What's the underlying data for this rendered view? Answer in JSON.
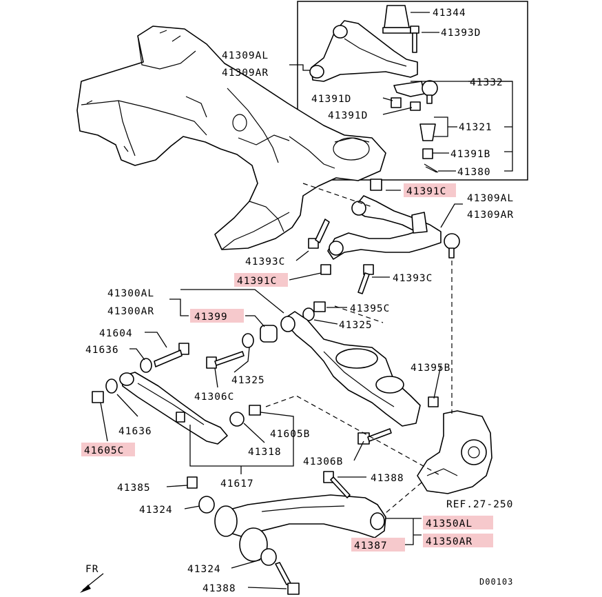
{
  "highlight_color": "#f6c9cc",
  "labels": {
    "p41344": "41344",
    "p41393D": "41393D",
    "p41309AL_top": "41309AL",
    "p41309AR_top": "41309AR",
    "p41332": "41332",
    "p41391D_a": "41391D",
    "p41391D_b": "41391D",
    "p41321": "41321",
    "p41391B": "41391B",
    "p41380": "41380",
    "p41391C_a": "41391C",
    "p41309AL_mid": "41309AL",
    "p41309AR_mid": "41309AR",
    "p41393C_a": "41393C",
    "p41391C_b": "41391C",
    "p41393C_b": "41393C",
    "p41300AL": "41300AL",
    "p41300AR": "41300AR",
    "p41399": "41399",
    "p41395C": "41395C",
    "p41325_a": "41325",
    "p41604": "41604",
    "p41636_a": "41636",
    "p41325_b": "41325",
    "p41306C": "41306C",
    "p41395B": "41395B",
    "p41636_b": "41636",
    "p41605C": "41605C",
    "p41605B": "41605B",
    "p41318": "41318",
    "p41306B": "41306B",
    "p41388_a": "41388",
    "p41617": "41617",
    "p41385": "41385",
    "p41324_a": "41324",
    "ref": "REF.27-250",
    "p41350AL": "41350AL",
    "p41387": "41387",
    "p41350AR": "41350AR",
    "p41324_b": "41324",
    "p41388_b": "41388",
    "fr": "FR",
    "diagram_id": "D00103"
  }
}
